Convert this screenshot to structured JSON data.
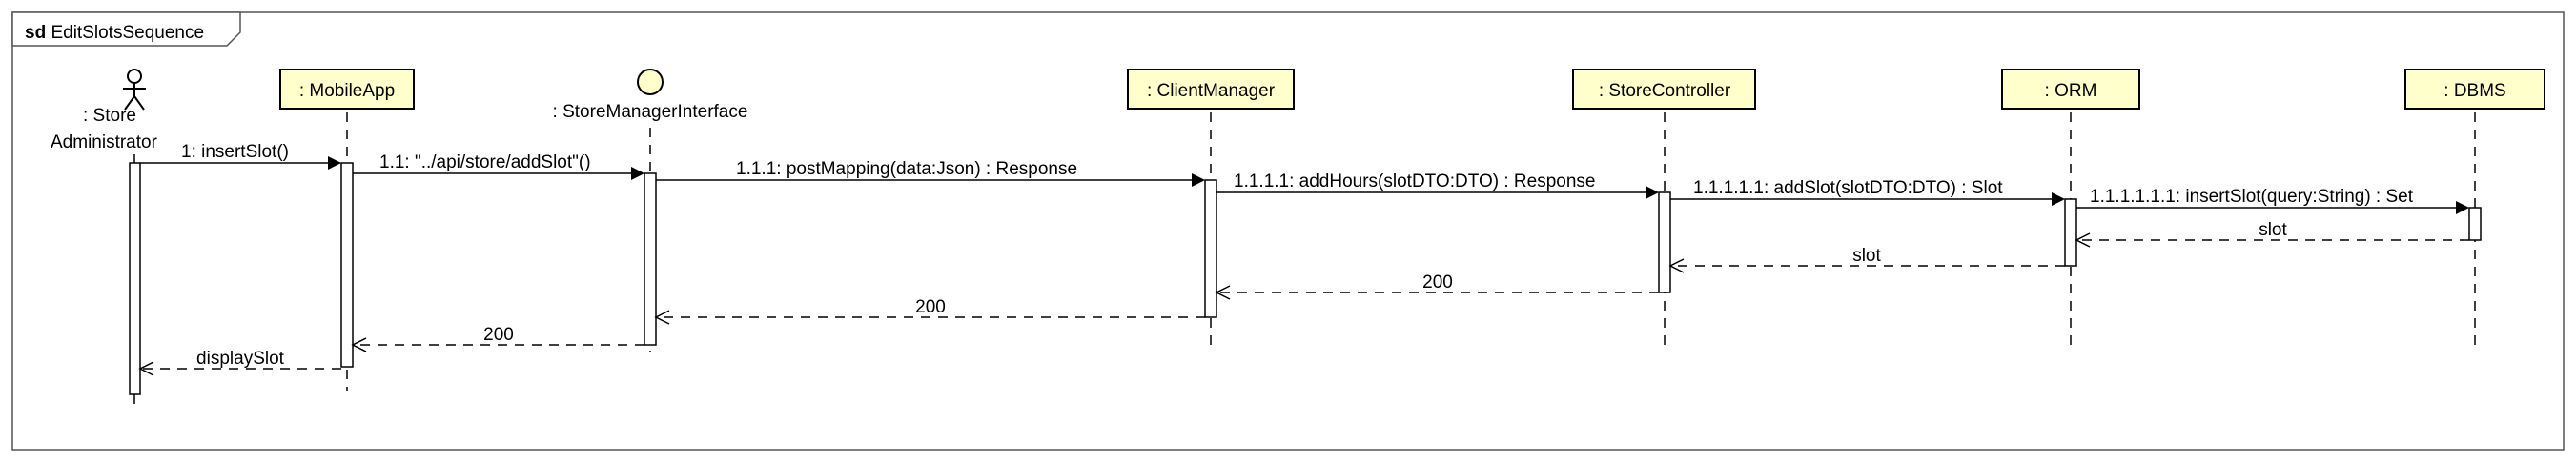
{
  "diagram": {
    "frame": {
      "keyword": "sd",
      "name": "EditSlotsSequence"
    },
    "colors": {
      "participant_fill": "#FFFFCC",
      "activation_fill": "#FFFFFF",
      "line": "#000000",
      "frame_border": "#555555",
      "background": "#FFFFFF"
    },
    "participants": [
      {
        "id": "admin",
        "kind": "actor",
        "icon": "actor-stick-figure-icon",
        "label_lines": [
          ": Store",
          "Administrator"
        ]
      },
      {
        "id": "mobileapp",
        "kind": "box",
        "label": ": MobileApp"
      },
      {
        "id": "smi",
        "kind": "boundary",
        "icon": "interface-circle-icon",
        "label": ": StoreManagerInterface"
      },
      {
        "id": "clientmanager",
        "kind": "box",
        "label": ": ClientManager"
      },
      {
        "id": "storecontroller",
        "kind": "box",
        "label": ": StoreController"
      },
      {
        "id": "orm",
        "kind": "box",
        "label": ": ORM"
      },
      {
        "id": "dbms",
        "kind": "box",
        "label": ": DBMS"
      }
    ],
    "messages": [
      {
        "from": "admin",
        "to": "mobileapp",
        "type": "sync",
        "label": "1: insertSlot()"
      },
      {
        "from": "mobileapp",
        "to": "smi",
        "type": "sync",
        "label": "1.1: \"../api/store/addSlot\"()"
      },
      {
        "from": "smi",
        "to": "clientmanager",
        "type": "sync",
        "label": "1.1.1: postMapping(data:Json) : Response"
      },
      {
        "from": "clientmanager",
        "to": "storecontroller",
        "type": "sync",
        "label": "1.1.1.1: addHours(slotDTO:DTO) : Response"
      },
      {
        "from": "storecontroller",
        "to": "orm",
        "type": "sync",
        "label": "1.1.1.1.1: addSlot(slotDTO:DTO) : Slot"
      },
      {
        "from": "orm",
        "to": "dbms",
        "type": "sync",
        "label": "1.1.1.1.1.1: insertSlot(query:String) : Set"
      },
      {
        "from": "dbms",
        "to": "orm",
        "type": "return",
        "label": "slot"
      },
      {
        "from": "orm",
        "to": "storecontroller",
        "type": "return",
        "label": "slot"
      },
      {
        "from": "storecontroller",
        "to": "clientmanager",
        "type": "return",
        "label": "200"
      },
      {
        "from": "clientmanager",
        "to": "smi",
        "type": "return",
        "label": "200"
      },
      {
        "from": "smi",
        "to": "mobileapp",
        "type": "return",
        "label": "200"
      },
      {
        "from": "mobileapp",
        "to": "admin",
        "type": "return",
        "label": "displaySlot"
      }
    ]
  }
}
